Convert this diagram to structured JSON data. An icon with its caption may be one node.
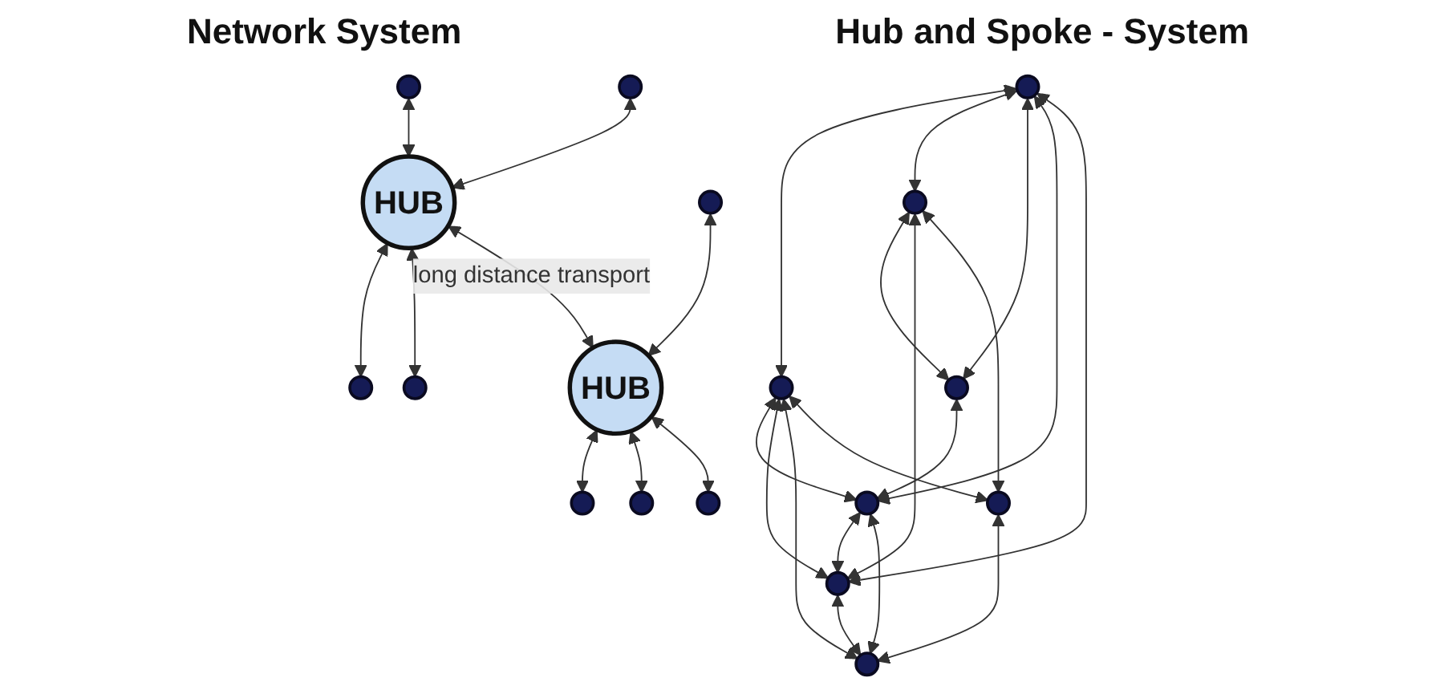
{
  "diagram": {
    "nodes": [
      {
        "text": [],
        "shape": "circle"
      },
      {
        "text": [],
        "shape": "circle"
      },
      {
        "text": [],
        "shape": "circle"
      },
      {
        "text": [],
        "shape": "circle"
      },
      {
        "text": [],
        "shape": "circle"
      },
      {
        "text": [],
        "shape": "circle"
      },
      {
        "text": [],
        "shape": "circle"
      },
      {
        "text": [],
        "shape": "circle"
      },
      {
        "text": [],
        "shape": "circle"
      },
      {
        "text": [],
        "shape": "circle"
      },
      {
        "text": [],
        "shape": "circle"
      },
      {
        "text": [
          "HUB"
        ]
      },
      {
        "text": [
          "HUB"
        ]
      },
      {
        "text": [],
        "shape": "circle"
      },
      {
        "text": [],
        "shape": "circle"
      },
      {
        "text": [],
        "shape": "circle"
      },
      {
        "text": [],
        "shape": "circle"
      },
      {
        "text": [],
        "shape": "circle"
      }
    ],
    "edges": [
      {
        "from": 0,
        "to": 1,
        "arrow": "both"
      },
      {
        "from": 0,
        "to": 2,
        "arrow": "both"
      },
      {
        "from": 0,
        "to": 4,
        "arrow": "both"
      },
      {
        "from": 0,
        "to": 5,
        "arrow": "both"
      },
      {
        "from": 0,
        "to": 6,
        "arrow": "both"
      },
      {
        "from": 1,
        "to": 5,
        "arrow": "both"
      },
      {
        "from": 1,
        "to": 6,
        "arrow": "both"
      },
      {
        "from": 1,
        "to": 7,
        "arrow": "both"
      },
      {
        "from": 1,
        "to": 3,
        "arrow": "both"
      },
      {
        "from": 2,
        "to": 4,
        "arrow": "both"
      },
      {
        "from": 2,
        "to": 6,
        "arrow": "both"
      },
      {
        "from": 2,
        "to": 3,
        "arrow": "both"
      },
      {
        "from": 4,
        "to": 5,
        "arrow": "both"
      },
      {
        "from": 5,
        "to": 6,
        "arrow": "both"
      },
      {
        "from": 5,
        "to": 7,
        "arrow": "both"
      },
      {
        "from": 6,
        "to": 7,
        "arrow": "both"
      },
      {
        "from": 3,
        "to": 7,
        "arrow": "both"
      },
      {
        "from": 8,
        "to": 11,
        "arrow": "both"
      },
      {
        "from": 10,
        "to": 11,
        "arrow": "both"
      },
      {
        "from": 11,
        "to": 14,
        "arrow": "both"
      },
      {
        "from": 11,
        "to": 15,
        "arrow": "both"
      },
      {
        "from": 11,
        "to": 12,
        "label": "long distance transport",
        "arrow": "both"
      },
      {
        "from": 9,
        "to": 12,
        "arrow": "both"
      },
      {
        "from": 12,
        "to": 16,
        "arrow": "both"
      },
      {
        "from": 12,
        "to": 17,
        "arrow": "both"
      },
      {
        "from": 12,
        "to": 13,
        "arrow": "both"
      }
    ],
    "labels": [
      "Network System",
      "Hub and Spoke - System"
    ]
  }
}
